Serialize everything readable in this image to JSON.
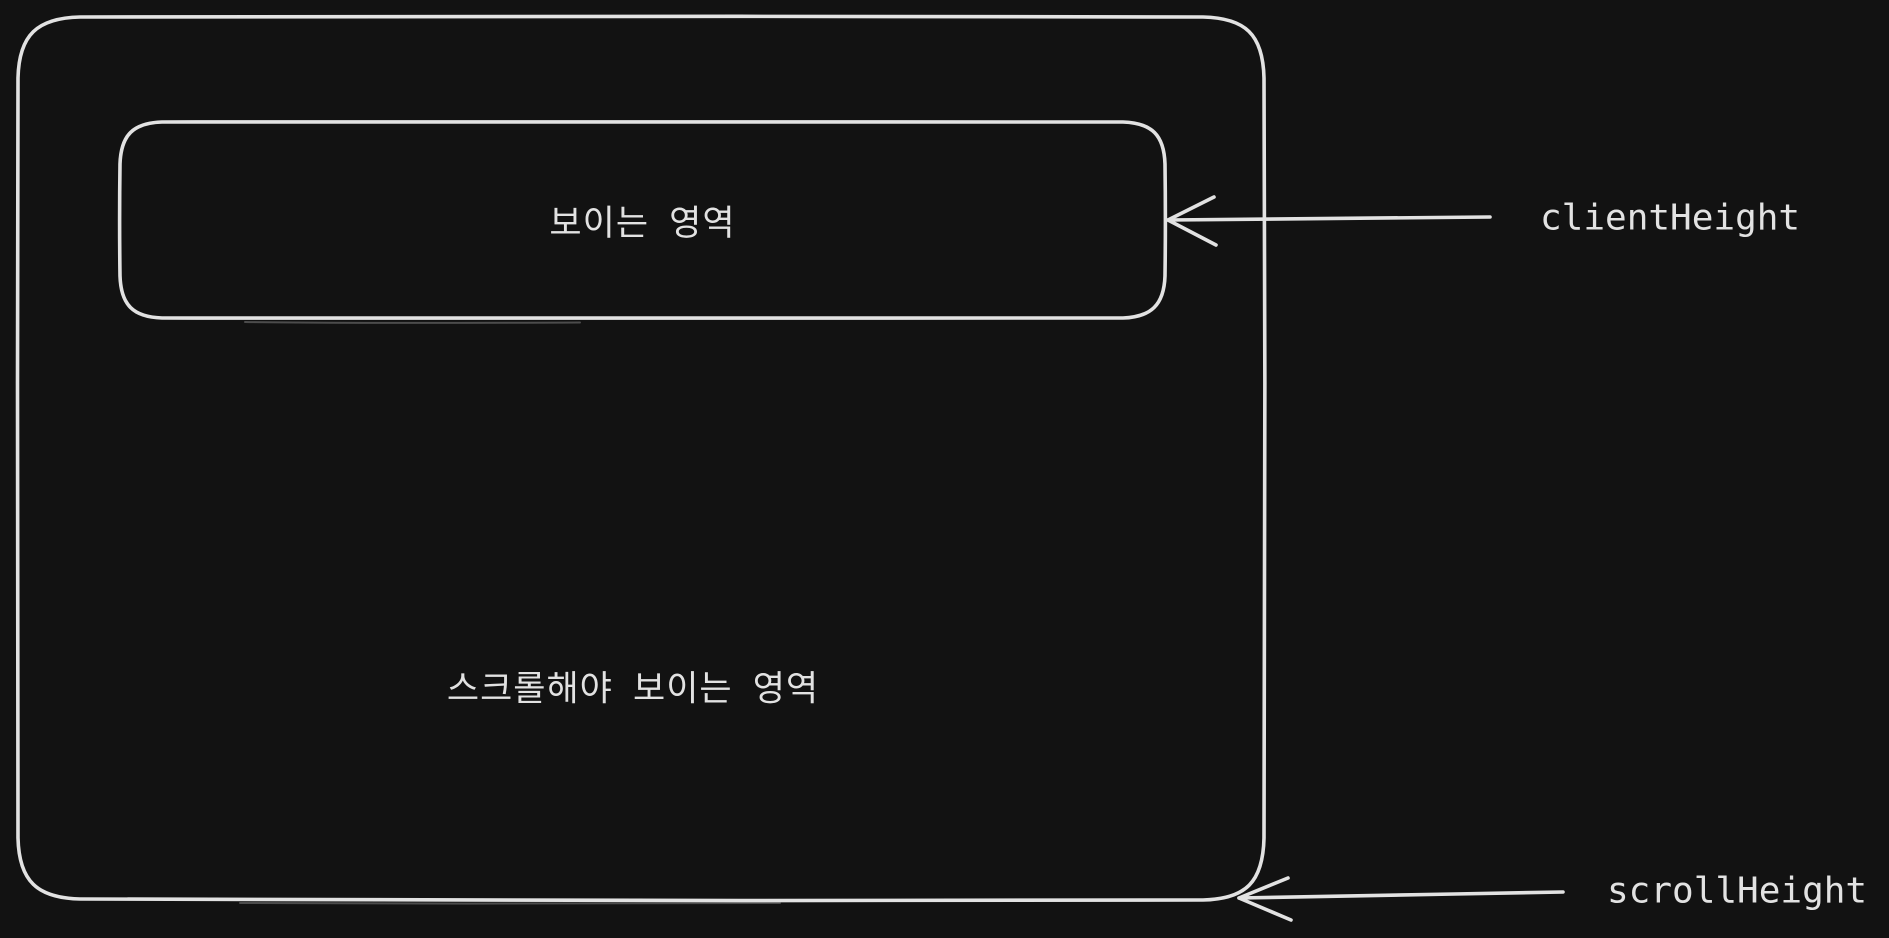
{
  "diagram": {
    "colors": {
      "background": "#121212",
      "stroke": "#e2e2e2"
    },
    "outer_box": {
      "label": "스크롤해야 보이는 영역"
    },
    "inner_box": {
      "label": "보이는 영역"
    },
    "annotations": {
      "client_height": {
        "label": "clientHeight"
      },
      "scroll_height": {
        "label": "scrollHeight"
      }
    }
  }
}
